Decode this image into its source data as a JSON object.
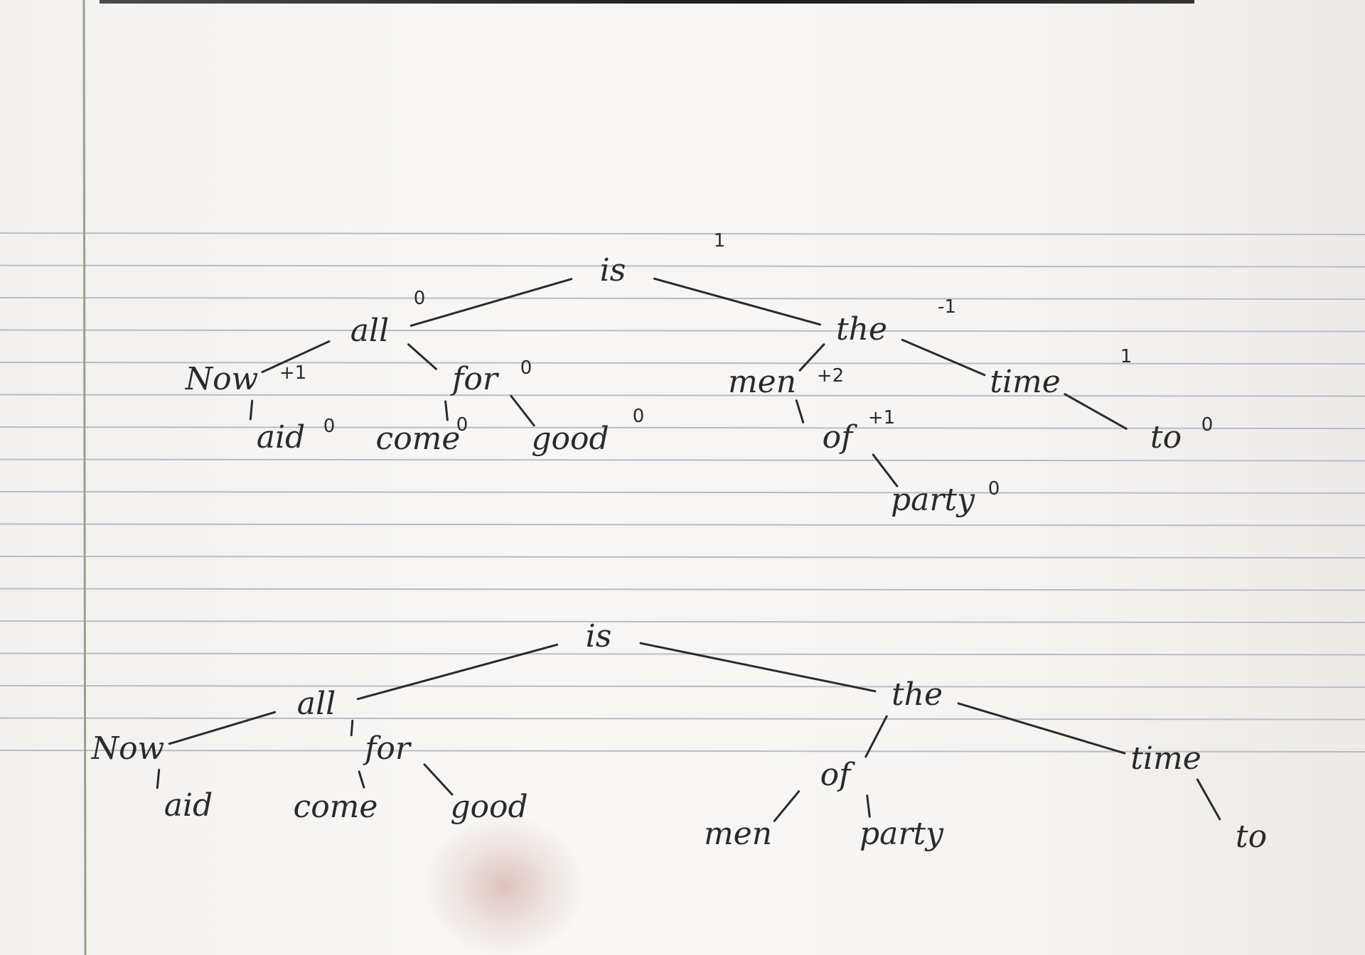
{
  "diagram": {
    "trees": [
      {
        "nodes": [
          {
            "id": "t1-is",
            "label": "is",
            "note": "1"
          },
          {
            "id": "t1-all",
            "label": "all",
            "note": "0"
          },
          {
            "id": "t1-the",
            "label": "the",
            "note": "-1"
          },
          {
            "id": "t1-now",
            "label": "Now",
            "note": "+1"
          },
          {
            "id": "t1-for",
            "label": "for",
            "note": "0"
          },
          {
            "id": "t1-aid",
            "label": "aid",
            "note": "0"
          },
          {
            "id": "t1-come",
            "label": "come",
            "note": "0"
          },
          {
            "id": "t1-good",
            "label": "good",
            "note": "0"
          },
          {
            "id": "t1-men",
            "label": "men",
            "note": "+2"
          },
          {
            "id": "t1-time",
            "label": "time",
            "note": "1"
          },
          {
            "id": "t1-of",
            "label": "of",
            "note": "+1"
          },
          {
            "id": "t1-to",
            "label": "to",
            "note": "0"
          },
          {
            "id": "t1-party",
            "label": "party",
            "note": "0"
          }
        ],
        "edges": [
          [
            "t1-is",
            "t1-all"
          ],
          [
            "t1-is",
            "t1-the"
          ],
          [
            "t1-all",
            "t1-now"
          ],
          [
            "t1-all",
            "t1-for"
          ],
          [
            "t1-now",
            "t1-aid"
          ],
          [
            "t1-for",
            "t1-come"
          ],
          [
            "t1-for",
            "t1-good"
          ],
          [
            "t1-the",
            "t1-men"
          ],
          [
            "t1-the",
            "t1-time"
          ],
          [
            "t1-men",
            "t1-of"
          ],
          [
            "t1-of",
            "t1-party"
          ],
          [
            "t1-time",
            "t1-to"
          ]
        ]
      },
      {
        "nodes": [
          {
            "id": "t2-is",
            "label": "is"
          },
          {
            "id": "t2-all",
            "label": "all"
          },
          {
            "id": "t2-the",
            "label": "the"
          },
          {
            "id": "t2-now",
            "label": "Now"
          },
          {
            "id": "t2-for",
            "label": "for"
          },
          {
            "id": "t2-aid",
            "label": "aid"
          },
          {
            "id": "t2-come",
            "label": "come"
          },
          {
            "id": "t2-good",
            "label": "good"
          },
          {
            "id": "t2-of",
            "label": "of"
          },
          {
            "id": "t2-time",
            "label": "time"
          },
          {
            "id": "t2-men",
            "label": "men"
          },
          {
            "id": "t2-party",
            "label": "party"
          },
          {
            "id": "t2-to",
            "label": "to"
          }
        ],
        "edges": [
          [
            "t2-is",
            "t2-all"
          ],
          [
            "t2-is",
            "t2-the"
          ],
          [
            "t2-all",
            "t2-now"
          ],
          [
            "t2-all",
            "t2-for"
          ],
          [
            "t2-now",
            "t2-aid"
          ],
          [
            "t2-for",
            "t2-come"
          ],
          [
            "t2-for",
            "t2-good"
          ],
          [
            "t2-the",
            "t2-of"
          ],
          [
            "t2-the",
            "t2-time"
          ],
          [
            "t2-of",
            "t2-men"
          ],
          [
            "t2-of",
            "t2-party"
          ],
          [
            "t2-time",
            "t2-to"
          ]
        ]
      }
    ]
  },
  "colors": {
    "ink": "#2a2a2a",
    "rule_line": "#b8bcc4",
    "margin_line": "#9aa088"
  }
}
